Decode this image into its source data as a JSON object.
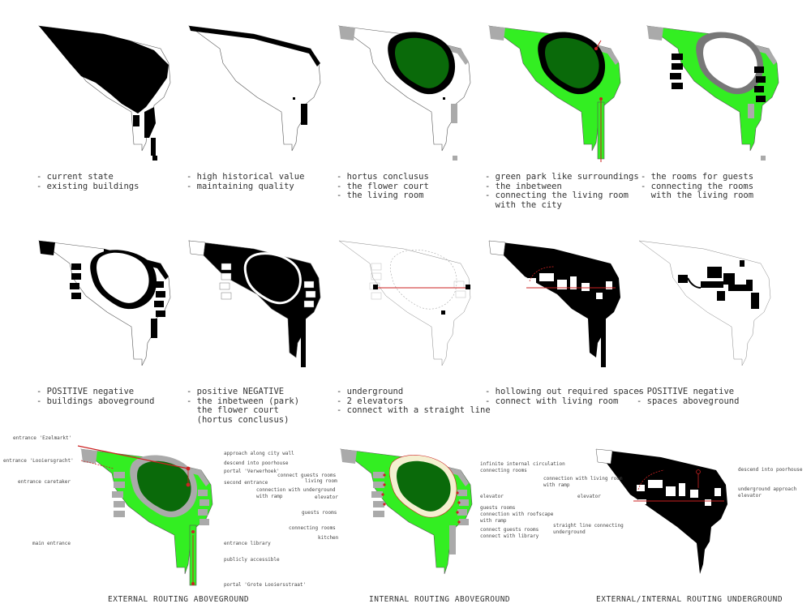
{
  "captions": [
    {
      "lines": [
        "- current state",
        "- existing buildings"
      ]
    },
    {
      "lines": [
        "- high historical value",
        "- maintaining quality"
      ]
    },
    {
      "lines": [
        "- hortus conclusus",
        "- the flower court",
        "- the living room"
      ]
    },
    {
      "lines": [
        "- green park like surroundings",
        "- the inbetween",
        "- connecting the living room",
        "  with the city"
      ]
    },
    {
      "lines": [
        "- the rooms for guests",
        "- connecting the rooms",
        "  with the living room"
      ]
    },
    {
      "lines": [
        "- POSITIVE negative",
        "- buildings aboveground"
      ]
    },
    {
      "lines": [
        "- positive NEGATIVE",
        "- the inbetween (park)",
        "  the flower court",
        "  (hortus conclusus)"
      ]
    },
    {
      "lines": [
        "- underground",
        "- 2 elevators",
        "- connect with a straight line"
      ]
    },
    {
      "lines": [
        "- hollowing out required spaces",
        "- connect with living room"
      ]
    },
    {
      "lines": [
        "- POSITIVE negative",
        "- spaces aboveground"
      ]
    }
  ],
  "bottom_titles": {
    "external": "EXTERNAL ROUTING ABOVEGROUND",
    "internal": "INTERNAL ROUTING ABOVEGROUND",
    "underground": "EXTERNAL/INTERNAL ROUTING UNDERGROUND"
  },
  "external_labels": {
    "entrance_ezelmarkt": "entrance 'Ezelmarkt'",
    "entrance_looiersgracht": "entrance 'Looiersgracht'",
    "entrance_caretaker": "entrance caretaker",
    "main_entrance": "main entrance",
    "approach_city_wall": "approach along city wall",
    "descend_poorhouse": "descend into poorhouse",
    "portal_verwerhoek": "portal 'Verwerhoek'",
    "second_entrance": "second entrance",
    "entrance_library": "entrance library",
    "publicly_accessible": "publicly accessible",
    "portal_grote": "portal 'Grote Looiersstraat'"
  },
  "internal_labels": {
    "connect_guests_rooms": "connect guests rooms",
    "living_room": "living room",
    "elevator_left": "elevator",
    "connection_underground": "connection with underground",
    "with_ramp": "with ramp",
    "guests_rooms": "guests rooms",
    "connecting_rooms_left": "connecting rooms",
    "kitchen": "kitchen",
    "infinite_circulation": "infinite internal circulation",
    "connecting_rooms_right": "connecting rooms",
    "elevator_right": "elevator",
    "guests_rooms_right": "guests rooms",
    "connection_roofscape": "connection with roofscape",
    "with_ramp_right": "with ramp",
    "connect_guests_rooms_right": "connect guests rooms",
    "connect_library": "connect with library"
  },
  "underground_labels": {
    "connection_living_room": "connection with living room",
    "with_ramp": "with ramp",
    "elevator_left": "elevator",
    "straight_line": "straight line connecting",
    "underground": "underground",
    "descend_poorhouse": "descend into poorhouse",
    "underground_approach": "underground approach",
    "elevator_right": "elevator"
  },
  "colors": {
    "park_green": "#33ee22",
    "court_green": "#0a6a0a",
    "black": "#000000",
    "gray": "#aaaaaa",
    "route_red": "#cc2222"
  }
}
